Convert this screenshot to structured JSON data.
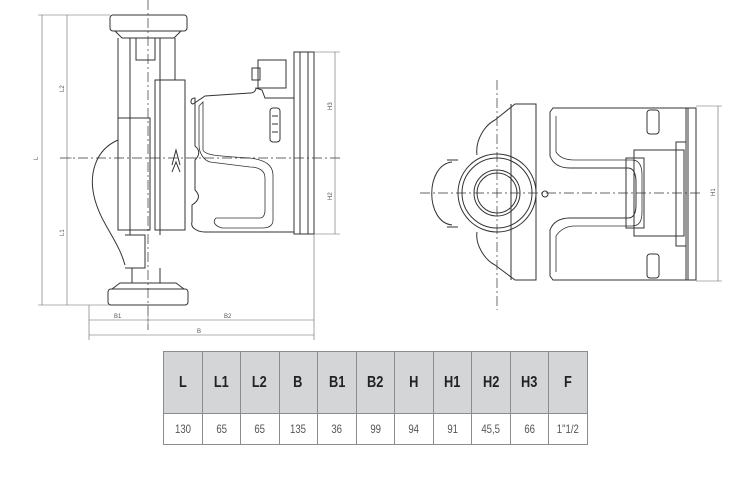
{
  "drawing": {
    "side_view_labels": {
      "L": "L",
      "L1": "L1",
      "L2": "L2",
      "B": "B",
      "B1": "B1",
      "B2": "B2",
      "H2": "H2",
      "H3": "H3"
    },
    "front_view_labels": {
      "H1": "H1"
    }
  },
  "table": {
    "headers": [
      "L",
      "L1",
      "L2",
      "B",
      "B1",
      "B2",
      "H",
      "H1",
      "H2",
      "H3",
      "F"
    ],
    "values": [
      "130",
      "65",
      "65",
      "135",
      "36",
      "99",
      "94",
      "91",
      "45,5",
      "66",
      "1\"1/2"
    ]
  },
  "colors": {
    "header_bg": "#d3d5d7",
    "border": "#8a8c8e",
    "line": "#333333"
  }
}
